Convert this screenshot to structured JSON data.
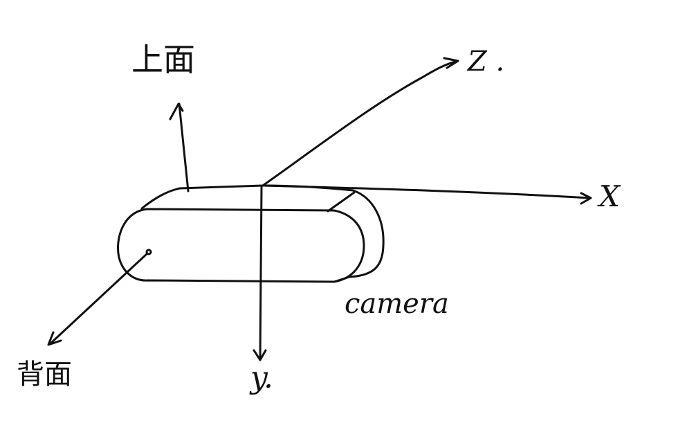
{
  "diagram": {
    "ink_color": "#111111",
    "background": "#ffffff",
    "labels": {
      "top_face": "上面",
      "back_face": "背面",
      "axis_x": "X",
      "axis_y": "y.",
      "axis_z": "Z .",
      "device": "camera"
    }
  }
}
